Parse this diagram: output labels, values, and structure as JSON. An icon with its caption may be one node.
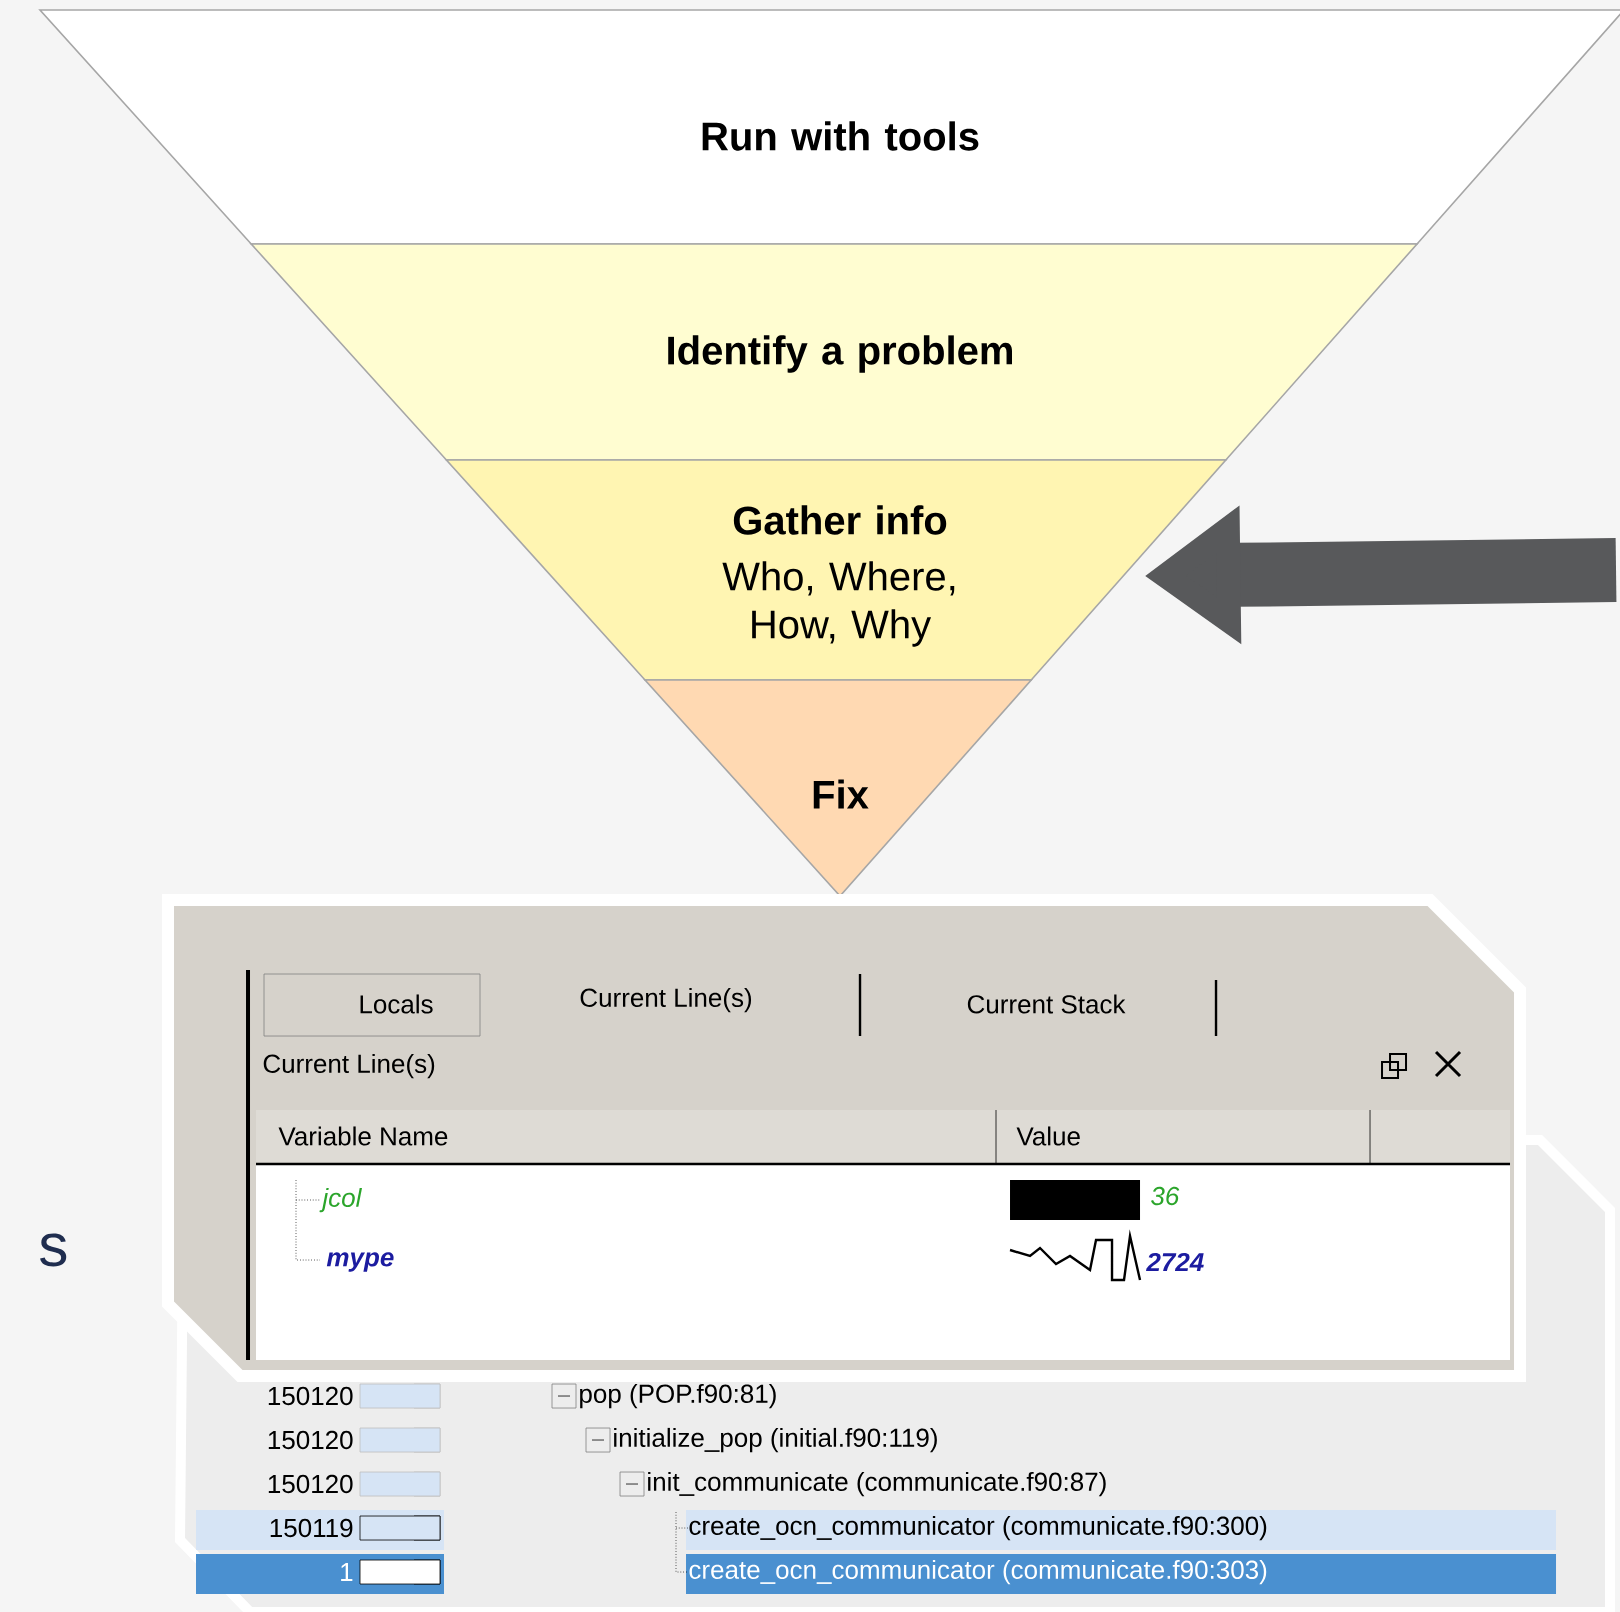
{
  "diagram": {
    "nodes": [
      {
        "text": [
          "Run with tools"
        ]
      },
      {
        "text": [
          "Identify a problem"
        ]
      },
      {
        "text": [
          "Gather info",
          "Who, Where, How, Why"
        ]
      },
      {
        "text": [
          "Fix"
        ]
      }
    ],
    "edges": [
      {
        "from": null,
        "to": 2,
        "arrow": "to"
      }
    ],
    "labels": [
      "Locals",
      "Current Line(s)",
      "Current Stack",
      "Current Line(s)",
      "Variable Name",
      "Value",
      "jcol",
      "36",
      "mype",
      "2724",
      "s",
      "150120",
      "pop (POP.f90:81)",
      "150120",
      "initialize_pop (initial.f90:119)",
      "150120",
      "init_communicate (communicate.f90:87)",
      "150119",
      "create_ocn_communicator (communicate.f90:300)",
      "1",
      "create_ocn_communicator (communicate.f90:303)"
    ]
  }
}
